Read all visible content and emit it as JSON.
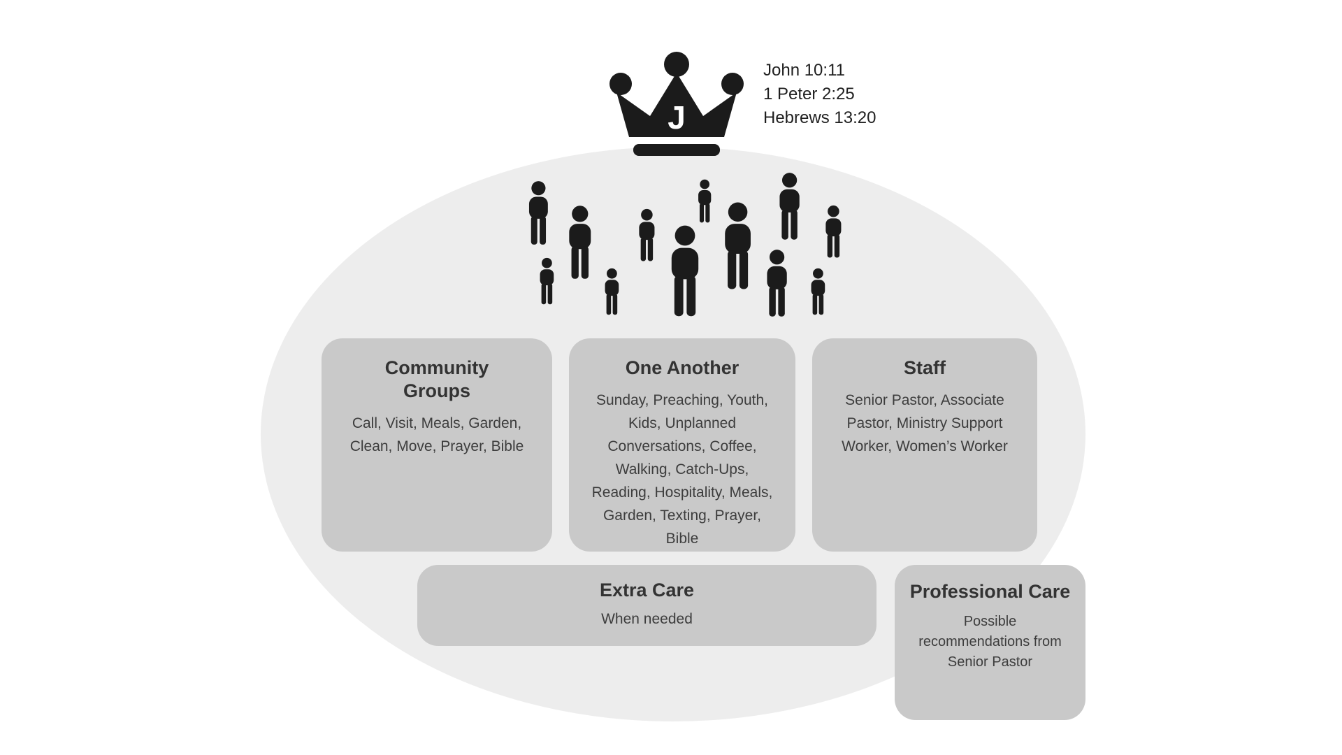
{
  "header": {
    "crown_letter": "J",
    "scriptures": [
      "John 10:11",
      "1 Peter 2:25",
      "Hebrews 13:20"
    ]
  },
  "cards": {
    "community_groups": {
      "title": "Community Groups",
      "body": "Call, Visit, Meals, Garden, Clean, Move, Prayer, Bible"
    },
    "one_another": {
      "title": "One Another",
      "body": "Sunday, Preaching, Youth, Kids, Unplanned Conversations, Coffee, Walking, Catch-Ups, Reading, Hospitality, Meals, Garden, Texting, Prayer, Bible"
    },
    "staff": {
      "title": "Staff",
      "body": "Senior Pastor, Associate Pastor, Ministry Support Worker, Women’s Worker"
    },
    "extra_care": {
      "title": "Extra Care",
      "body": "When needed"
    },
    "professional_care": {
      "title": "Professional Care",
      "body": "Possible recommendations from Senior Pastor"
    }
  },
  "icons": {
    "crown": "crown-icon",
    "person": "person-icon"
  },
  "colors": {
    "background": "#ffffff",
    "ellipse": "#ededed",
    "card": "#c9c9c9",
    "title_text": "#333333",
    "body_text": "#3d3d3d",
    "silhouette": "#1b1b1b"
  }
}
